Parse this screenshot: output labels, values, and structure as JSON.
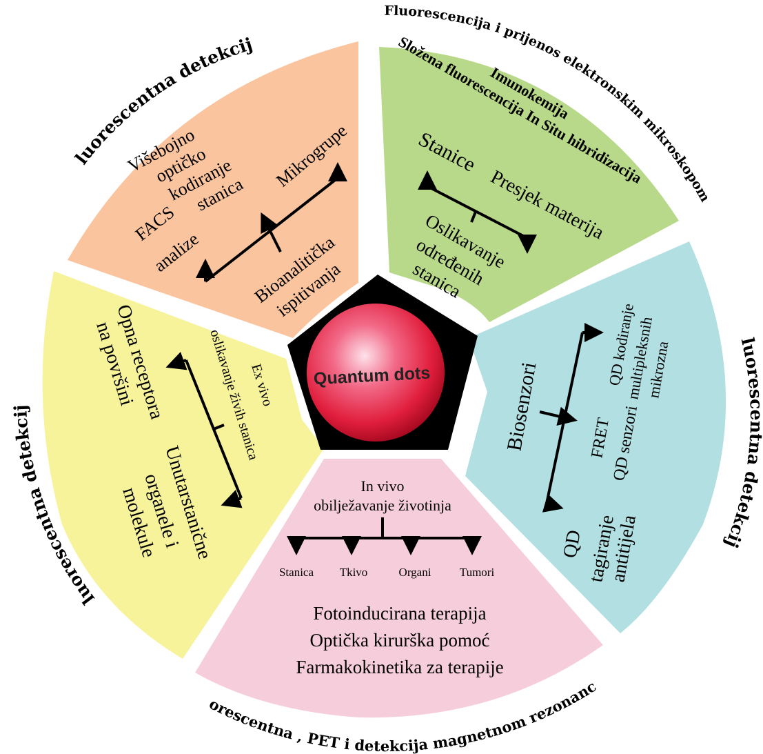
{
  "colors": {
    "orange": "#f9c49e",
    "green": "#b9d98a",
    "blue": "#b2dfe2",
    "pink": "#f6cedb",
    "yellow": "#f7f39b",
    "core": "#000000",
    "sphere": "#e8283a"
  },
  "center": {
    "label": "Quantum dots"
  },
  "arcs": {
    "top_left": "Fluorescentna detekcija",
    "top_right": "Fluorescencija i prijenos elektronskim mikroskopom",
    "right": "Fluorescentna detekcija",
    "bottom": "Fluorescentna , PET i detekcija magnetnom rezonancom",
    "left": "Fluorescentna detekcija"
  },
  "orange": {
    "multi_l1": "Višebojno",
    "multi_l2": "optičko",
    "multi_l3": "kodiranje",
    "multi_l4": "stanica",
    "microarray": "Mikrogrupe",
    "facs_l1": "FACS",
    "facs_l2": "analize",
    "bio_l1": "Bioanalitička",
    "bio_l2": "ispitivanja"
  },
  "green": {
    "immuno": "Imunokemija",
    "fish": "Složena fluorescencija In Situ hibridizacija",
    "cells": "Stanice",
    "section": "Presjek materija",
    "img_l1": "Oslikavanje",
    "img_l2": "određenih",
    "img_l3": "stanica"
  },
  "blue": {
    "biosensors": "Biosenzori",
    "qd_l1": "QD kodiranje",
    "qd_l2": "multipleksnih",
    "qd_l3": "mikrozna",
    "fret_l1": "FRET",
    "fret_l2": "QD senzori",
    "tag_l1": "QD",
    "tag_l2": "tagiranje",
    "tag_l3": "antitijela"
  },
  "pink": {
    "invivo_l1": "In vivo",
    "invivo_l2": "obilježavanje životinja",
    "targets": [
      "Stanica",
      "Tkivo",
      "Organi",
      "Tumori"
    ],
    "therapy1": "Fotoinducirana terapija",
    "therapy2": "Optička kirurška pomoć",
    "therapy3": "Farmakokinetika za terapije"
  },
  "yellow": {
    "receptor_l1": "Opna receptora",
    "receptor_l2": "na površini",
    "exvivo_l1": "Ex vivo",
    "exvivo_l2": "oslikavanje živih stanica",
    "intra_l1": "Unutarstanične",
    "intra_l2": "organele i",
    "intra_l3": "molekule"
  }
}
